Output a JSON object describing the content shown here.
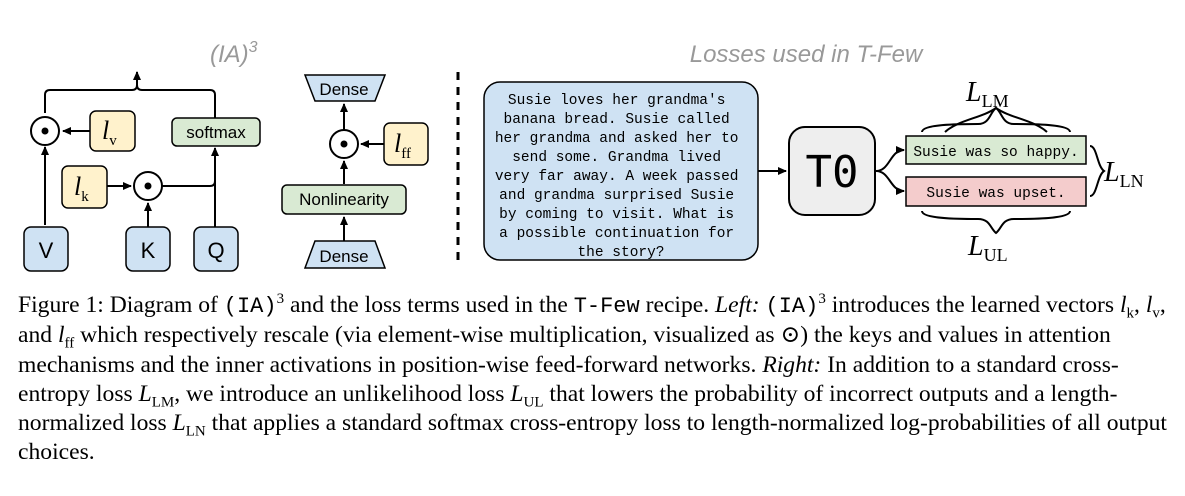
{
  "left_panel": {
    "title": "(IA)",
    "title_sup": "3",
    "inputs": {
      "v": "V",
      "k": "K",
      "q": "Q"
    },
    "softmax": "softmax",
    "vec_v": {
      "base": "l",
      "sub": "v"
    },
    "vec_k": {
      "base": "l",
      "sub": "k"
    },
    "vec_ff": {
      "base": "l",
      "sub": "ff"
    },
    "dense_top": "Dense",
    "nonlinearity": "Nonlinearity",
    "dense_bottom": "Dense"
  },
  "right_panel": {
    "title": "Losses used in T-Few",
    "prompt_lines": [
      "Susie loves her grandma's",
      "banana bread. Susie called",
      "her grandma and asked her to",
      "send some. Grandma lived",
      "very far away. A week passed",
      "and grandma surprised Susie",
      "by coming to visit. What is",
      "a possible continuation for",
      "the story?"
    ],
    "model": "T0",
    "correct_output": "Susie was so happy.",
    "incorrect_output": "Susie was upset.",
    "loss_lm": {
      "base": "L",
      "sub": "LM"
    },
    "loss_ln": {
      "base": "L",
      "sub": "LN"
    },
    "loss_ul": {
      "base": "L",
      "sub": "UL"
    }
  },
  "caption": {
    "p1": "Figure 1: Diagram of ",
    "ia": "(IA)",
    "sup3": "3",
    "p2": " and the loss terms used in the ",
    "tfew": "T-Few",
    "p3": " recipe. ",
    "left": "Left:",
    "p4": " ",
    "ia2": "(IA)",
    "sup3b": "3",
    "p5": " introduces the learned vectors ",
    "p6": ", and ",
    "p7": " which respectively rescale (via element-wise multiplication, visualized as ⊙) the keys and values in attention mechanisms and the inner activations in position-wise feed-forward networks. ",
    "right": "Right:",
    "p8": " In addition to a standard cross-entropy loss ",
    "p9": ", we introduce an unlikelihood loss ",
    "p10": " that lowers the probability of incorrect outputs and a length-normalized loss ",
    "p11": " that applies a standard softmax cross-entropy loss to length-normalized log-probabilities of all output choices.",
    "lk": {
      "base": "l",
      "sub": "k"
    },
    "lv": {
      "base": "l",
      "sub": "v"
    },
    "lff": {
      "base": "l",
      "sub": "ff"
    },
    "llm": {
      "base": "L",
      "sub": "LM"
    },
    "lul": {
      "base": "L",
      "sub": "UL"
    },
    "lln": {
      "base": "L",
      "sub": "LN"
    }
  },
  "colors": {
    "blue": "#cfe2f3",
    "yellow": "#fff2cc",
    "green": "#d9ead3",
    "red": "#f4cccc",
    "gray": "#eeeeee",
    "title_gray": "#999999"
  }
}
